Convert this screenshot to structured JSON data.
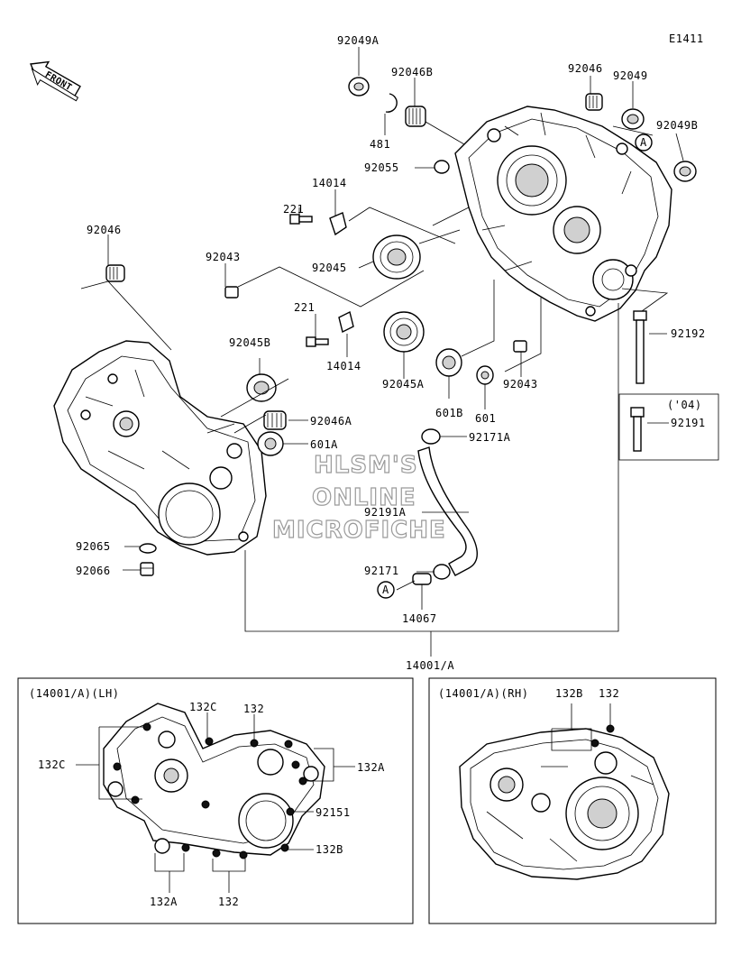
{
  "diagram_code": "E1411",
  "front_arrow": "FRONT",
  "watermark": [
    "HLSM'S",
    "ONLINE",
    "MICROFICHE"
  ],
  "part_labels": {
    "p92049A": "92049A",
    "p92046B": "92046B",
    "p92046_top": "92046",
    "p92049": "92049",
    "p92049B": "92049B",
    "p481": "481",
    "p92055": "92055",
    "p14014_top": "14014",
    "p221_top": "221",
    "p92046_left": "92046",
    "p92043_top": "92043",
    "p92045": "92045",
    "p221_bot": "221",
    "p14014_bot": "14014",
    "p92045B": "92045B",
    "p92045A": "92045A",
    "p601B": "601B",
    "p601": "601",
    "p92043_bot": "92043",
    "p92192": "92192",
    "p04": "('04)",
    "p92191": "92191",
    "p92046A": "92046A",
    "p601A": "601A",
    "p92171A": "92171A",
    "p92191A": "92191A",
    "p92065": "92065",
    "p92066": "92066",
    "p92171": "92171",
    "p14067": "14067",
    "p14001A": "14001/A",
    "circleA_top": "A",
    "circleA_bot": "A"
  },
  "lh_panel": {
    "title": "(14001/A)(LH)",
    "labels": {
      "l132C_top": "132C",
      "l132_top": "132",
      "l132C_left": "132C",
      "l132A_right": "132A",
      "l92151": "92151",
      "l132B": "132B",
      "l132A_bot": "132A",
      "l132_bot": "132"
    }
  },
  "rh_panel": {
    "title": "(14001/A)(RH)",
    "labels": {
      "r132B": "132B",
      "r132": "132"
    }
  }
}
